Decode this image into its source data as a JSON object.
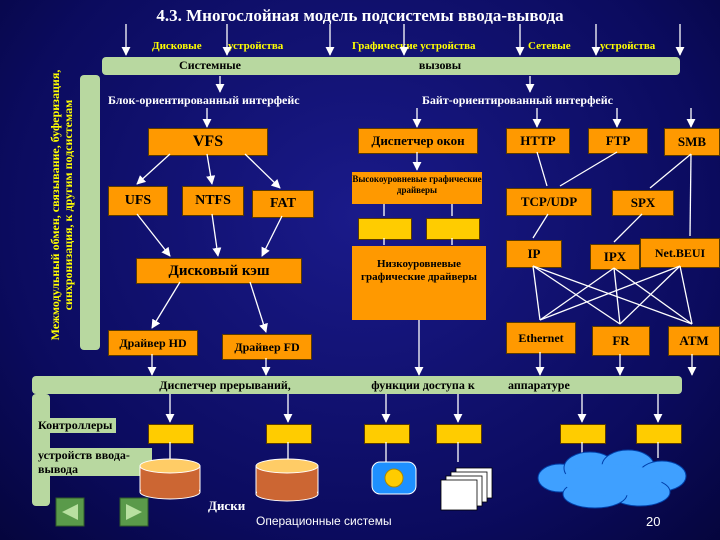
{
  "title": "4.3. Многослойная  модель подсистемы ввода-вывода",
  "top_labels": {
    "disk": "Дисковые",
    "devices1": "устройства",
    "graphic": "Графические  устройства",
    "network": "Сетевые",
    "devices2": "устройства"
  },
  "syscall_bar": {
    "left": "Системные",
    "right": "вызовы"
  },
  "side_label": "Межмодульный обмен, связывание, буферизация, синхронизация, к другим подсистемам",
  "interfaces": {
    "block": "Блок-ориентированный интерфейс",
    "byte": "Байт-ориентированный интерфейс"
  },
  "disk": {
    "vfs": "VFS",
    "ufs": "UFS",
    "ntfs": "NTFS",
    "fat": "FAT",
    "cache": "Дисковый кэш",
    "driver_hd": "Драйвер HD",
    "driver_fd": "Драйвер FD"
  },
  "graphics": {
    "window_manager": "Диспетчер окон",
    "high_level": "Высокоуровневые графические драйверы",
    "low_level": "Низкоуровневые графические драйверы"
  },
  "network": {
    "http": "HTTP",
    "ftp": "FTP",
    "smb": "SMB",
    "tcpudp": "TCP/UDP",
    "spx": "SPX",
    "ip": "IP",
    "ipx": "IPX",
    "netbeui": "Net.BEUI",
    "ethernet": "Ethernet",
    "fr": "FR",
    "atm": "ATM"
  },
  "bottom_bar": {
    "part1": "Диспетчер прерываний,",
    "part2": "функции доступа  к",
    "part3": "аппаратуре"
  },
  "controllers": "Контроллеры",
  "io_devices": "устройств ввода-вывода",
  "disks": "Диски",
  "footer": "Операционные системы",
  "page_number": "20"
}
